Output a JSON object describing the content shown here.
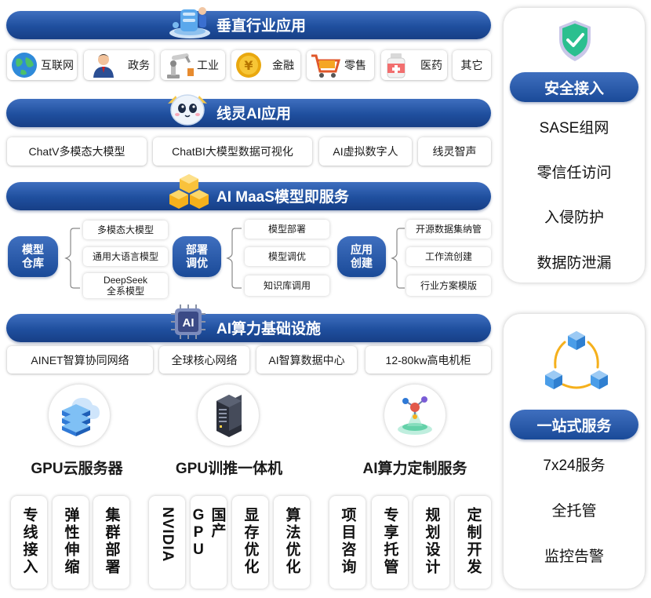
{
  "sections": {
    "vertical": {
      "title": "垂直行业应用",
      "items": [
        {
          "label": "互联网",
          "icon": "globe-icon"
        },
        {
          "label": "政务",
          "icon": "official-person-icon"
        },
        {
          "label": "工业",
          "icon": "robot-arm-icon"
        },
        {
          "label": "金融",
          "icon": "yen-coin-icon"
        },
        {
          "label": "零售",
          "icon": "shopping-cart-icon"
        },
        {
          "label": "医药",
          "icon": "medicine-bottle-icon"
        },
        {
          "label": "其它",
          "icon": ""
        }
      ]
    },
    "xianling": {
      "title": "线灵AI应用",
      "items": [
        "ChatV多模态大模型",
        "ChatBI大模型数据可视化",
        "AI虚拟数字人",
        "线灵智声"
      ]
    },
    "maas": {
      "title": "AI MaaS模型即服务",
      "groups": [
        {
          "label": "模型\n仓库",
          "items": [
            "多模态大模型",
            "通用大语言模型",
            "DeepSeek\n全系模型"
          ]
        },
        {
          "label": "部署\n调优",
          "items": [
            "模型部署",
            "模型调优",
            "知识库调用"
          ]
        },
        {
          "label": "应用\n创建",
          "items": [
            "开源数据集纳管",
            "工作流创建",
            "行业方案模版"
          ]
        }
      ]
    },
    "infra": {
      "title": "AI算力基础设施",
      "icon_label": "AI",
      "items": [
        "AINET智算协同网络",
        "全球核心网络",
        "AI智算数据中心",
        "12-80kw高电机柜"
      ]
    }
  },
  "services": [
    {
      "caption": "GPU云服务器",
      "icon": "cloud-server-stack-icon",
      "features": [
        "专线接入",
        "弹性伸缩",
        "集群部署"
      ]
    },
    {
      "caption": "GPU训推一体机",
      "icon": "server-tower-icon",
      "features": [
        "NVIDIA",
        "国产 GPU",
        "显存优化",
        "算法优化"
      ]
    },
    {
      "caption": "AI算力定制服务",
      "icon": "molecule-platform-icon",
      "features": [
        "项目咨询",
        "专享托管",
        "规划设计",
        "定制开发"
      ]
    }
  ],
  "security": {
    "title": "安全接入",
    "items": [
      "SASE组网",
      "零信任访问",
      "入侵防护",
      "数据防泄漏"
    ]
  },
  "onestop": {
    "title": "一站式服务",
    "items": [
      "7x24服务",
      "全托管",
      "监控告警"
    ]
  },
  "colors": {
    "primary": "#1f4f9e",
    "accent_light": "#3f6fbf",
    "cube_blue": "#4a9de8",
    "cube_yellow": "#f7b51c",
    "shield_green": "#2bbf8f"
  }
}
